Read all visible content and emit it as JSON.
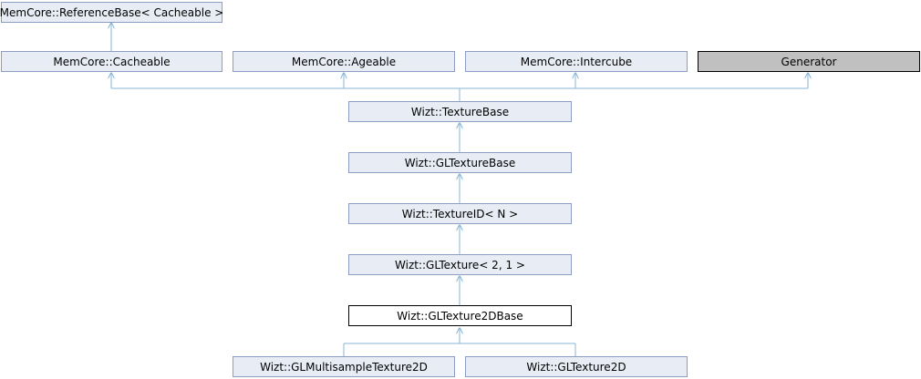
{
  "diagram": {
    "type": "class-inheritance-graph",
    "colors": {
      "node_fill": "#e8edf5",
      "node_border": "#8c9cc2",
      "edge": "#87b5d6",
      "current_fill": "#ffffff",
      "external_fill": "#c0c0c0"
    },
    "nodes": {
      "referencebase": "MemCore::ReferenceBase< Cacheable >",
      "cacheable": "MemCore::Cacheable",
      "ageable": "MemCore::Ageable",
      "intercube": "MemCore::Intercube",
      "generator": "Generator",
      "texturebase": "Wizt::TextureBase",
      "gltexturebase": "Wizt::GLTextureBase",
      "textureid": "Wizt::TextureID< N >",
      "gltexture": "Wizt::GLTexture< 2, 1 >",
      "gltexture2dbase": "Wizt::GLTexture2DBase",
      "glmultisample": "Wizt::GLMultisampleTexture2D",
      "gltexture2d": "Wizt::GLTexture2D"
    },
    "edges": [
      [
        "cacheable",
        "referencebase"
      ],
      [
        "texturebase",
        "cacheable"
      ],
      [
        "texturebase",
        "ageable"
      ],
      [
        "texturebase",
        "intercube"
      ],
      [
        "texturebase",
        "generator"
      ],
      [
        "gltexturebase",
        "texturebase"
      ],
      [
        "textureid",
        "gltexturebase"
      ],
      [
        "gltexture",
        "textureid"
      ],
      [
        "gltexture2dbase",
        "gltexture"
      ],
      [
        "glmultisample",
        "gltexture2dbase"
      ],
      [
        "gltexture2d",
        "gltexture2dbase"
      ]
    ]
  }
}
